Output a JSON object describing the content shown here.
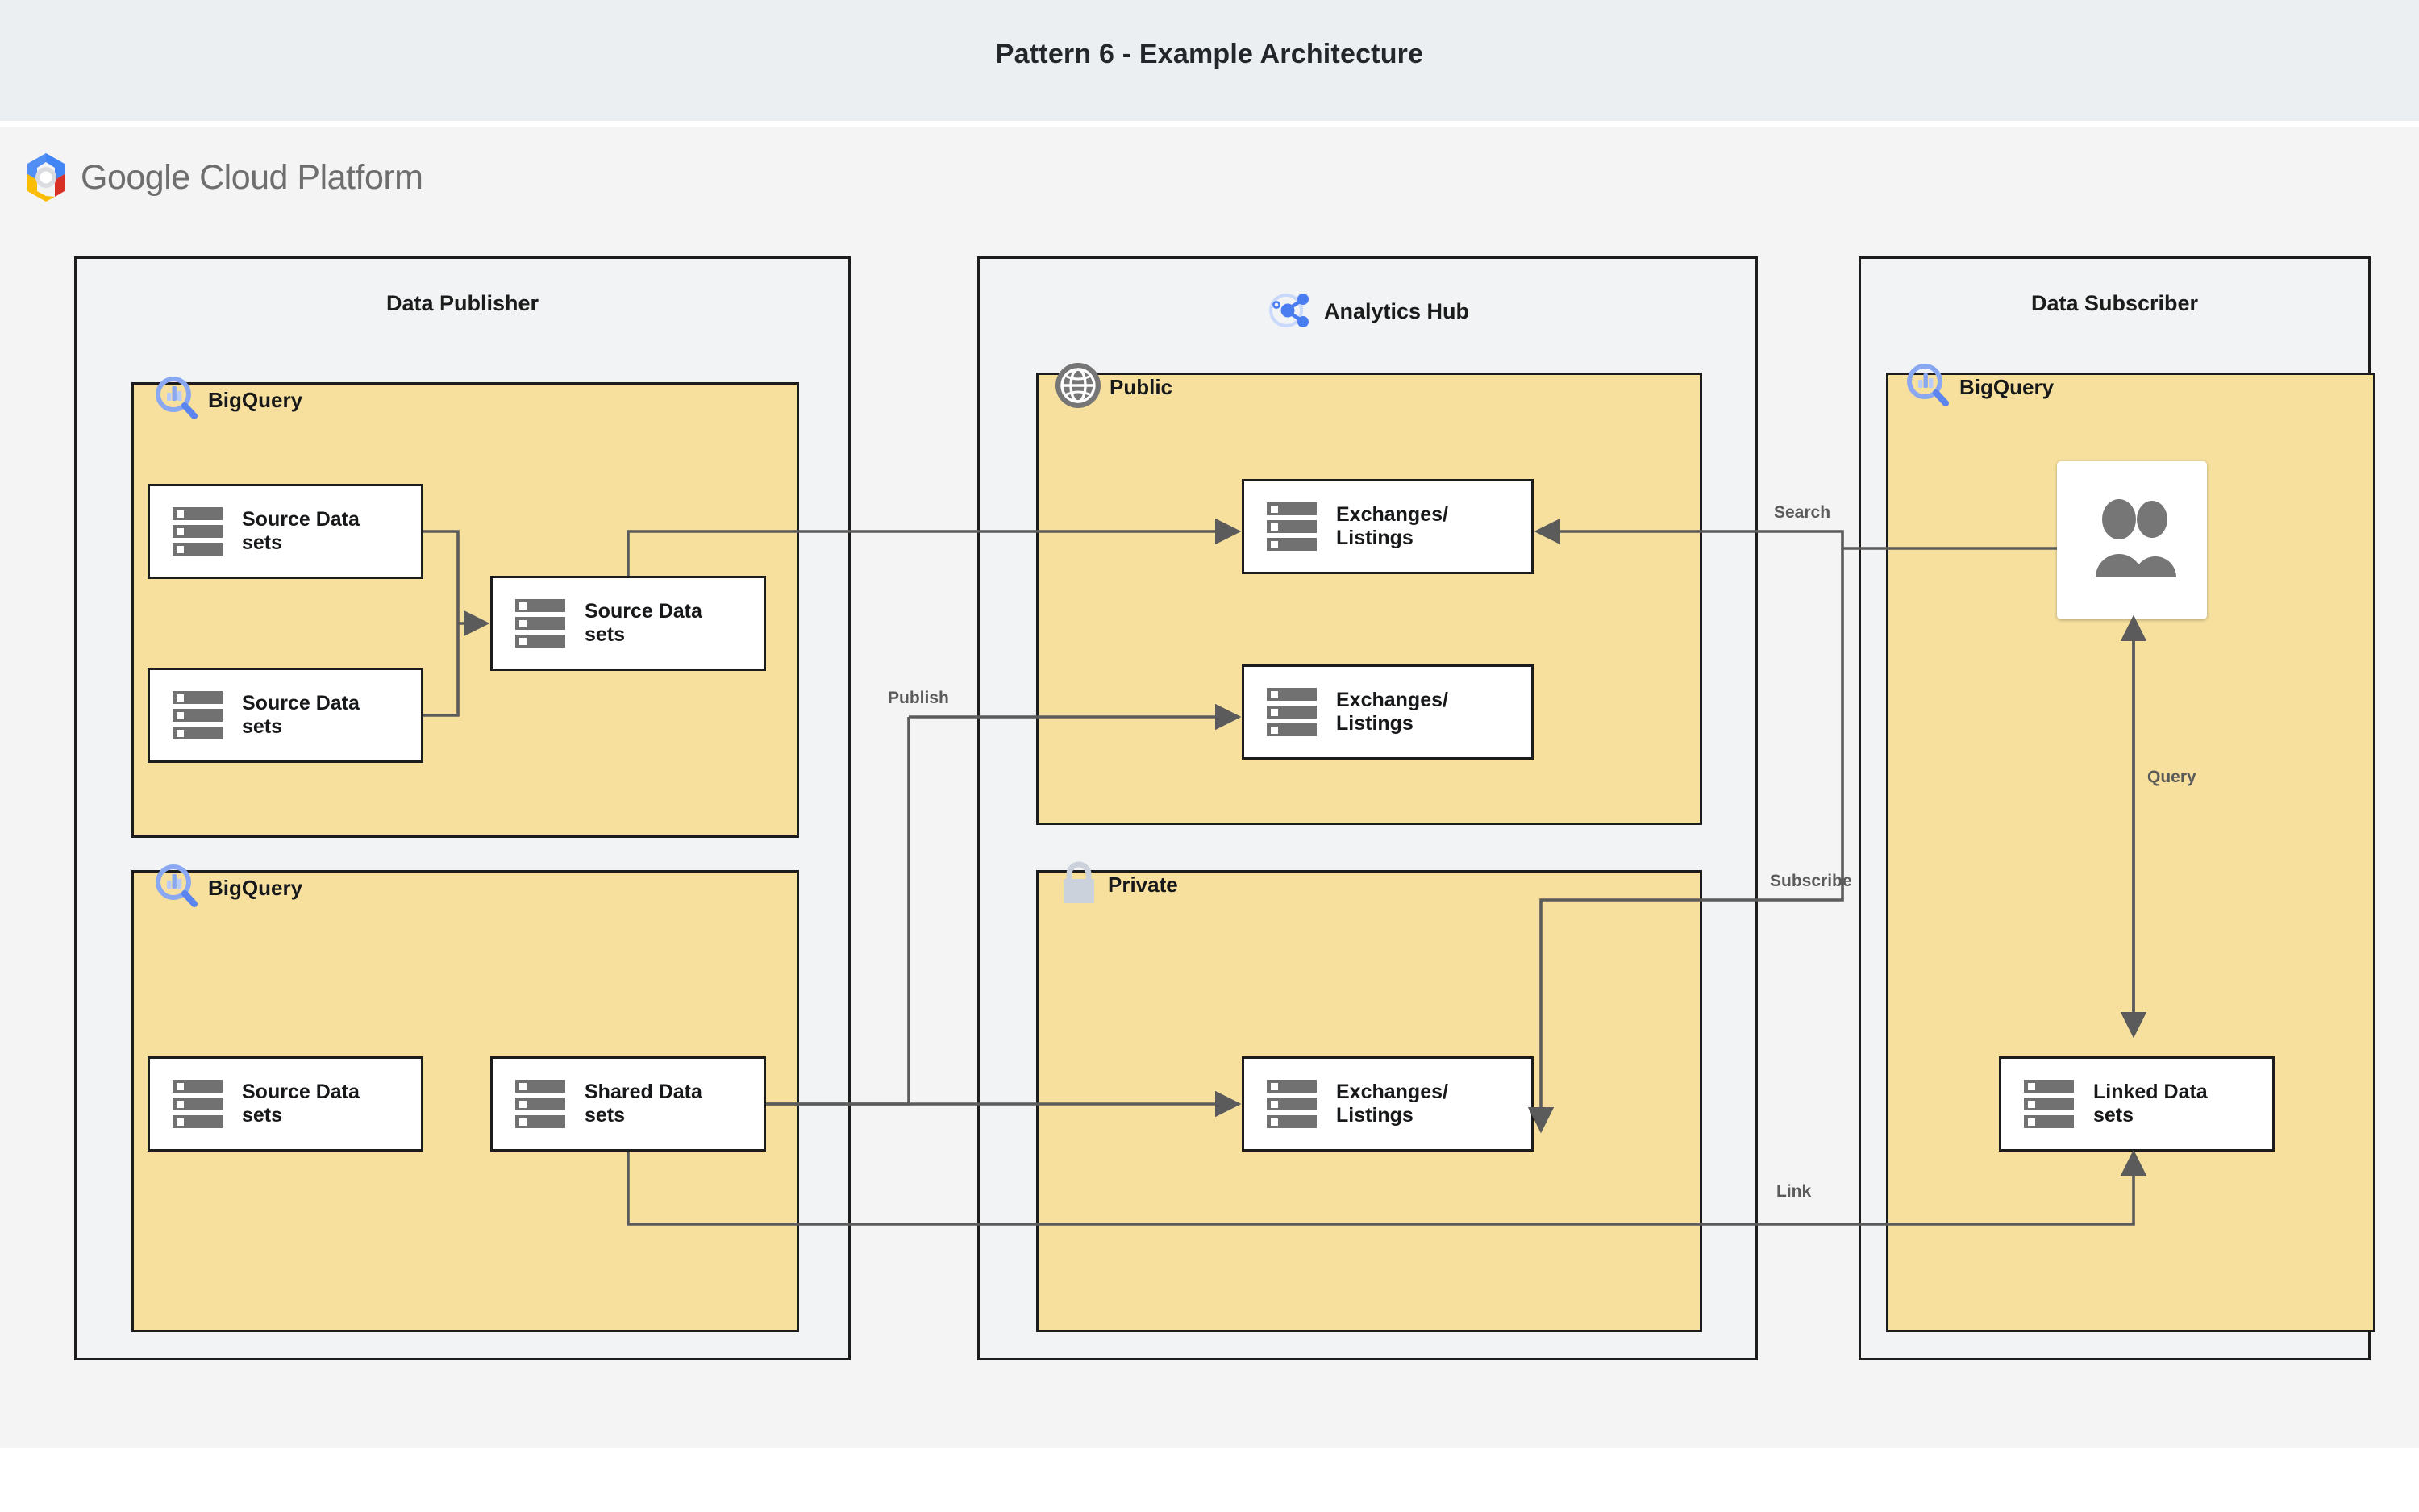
{
  "page": {
    "title": "Pattern 6 - Example Architecture",
    "brand": "Google Cloud Platform",
    "colors": {
      "title_band": "#eceff1",
      "canvas": "#f4f4f4",
      "zone_fill": "#f1f3f4",
      "group_fill": "#f7e09e",
      "node_fill": "#ffffff",
      "stroke": "#1c1c1c",
      "wire": "#5b5b5b",
      "icon_gray": "#717171",
      "bigquery_blue": "#7ba0f4",
      "analytics_hub_blue": "#4a7ef0",
      "lock_gray": "#ccd2dc"
    }
  },
  "zones": [
    {
      "id": "data-publisher",
      "title": "Data Publisher"
    },
    {
      "id": "analytics-hub",
      "title": "Analytics Hub",
      "icon": "share-nodes-icon"
    },
    {
      "id": "data-subscriber",
      "title": "Data Subscriber"
    }
  ],
  "groups": [
    {
      "id": "publisher-bigquery-top",
      "label": "BigQuery",
      "icon": "bigquery-icon"
    },
    {
      "id": "publisher-bigquery-bottom",
      "label": "BigQuery",
      "icon": "bigquery-icon"
    },
    {
      "id": "hub-public",
      "label": "Public",
      "icon": "globe-icon"
    },
    {
      "id": "hub-private",
      "label": "Private",
      "icon": "lock-icon"
    },
    {
      "id": "subscriber-bigquery",
      "label": "BigQuery",
      "icon": "bigquery-icon"
    }
  ],
  "nodes": [
    {
      "id": "pub-source-1",
      "label": "Source Datasets",
      "icon": "dataset-icon"
    },
    {
      "id": "pub-source-2",
      "label": "Source Datasets",
      "icon": "dataset-icon"
    },
    {
      "id": "pub-source-3",
      "label": "Source Datasets",
      "icon": "dataset-icon"
    },
    {
      "id": "pub-source-4",
      "label": "Source Datasets",
      "icon": "dataset-icon"
    },
    {
      "id": "pub-shared-1",
      "label": "Shared Datasets",
      "icon": "dataset-icon"
    },
    {
      "id": "hub-listing-1",
      "label": "Exchanges/Listings",
      "icon": "dataset-icon"
    },
    {
      "id": "hub-listing-2",
      "label": "Exchanges/Listings",
      "icon": "dataset-icon"
    },
    {
      "id": "hub-listing-3",
      "label": "Exchanges/Listings",
      "icon": "dataset-icon"
    },
    {
      "id": "sub-linked-1",
      "label": "Linked Datasets",
      "icon": "dataset-icon"
    },
    {
      "id": "sub-users",
      "label": "users-card",
      "icon": "users-icon"
    }
  ],
  "edges": [
    {
      "id": "edge-search",
      "label": "Search"
    },
    {
      "id": "edge-publish",
      "label": "Publish"
    },
    {
      "id": "edge-subscribe",
      "label": "Subscribe"
    },
    {
      "id": "edge-query",
      "label": "Query"
    },
    {
      "id": "edge-link",
      "label": "Link"
    }
  ]
}
